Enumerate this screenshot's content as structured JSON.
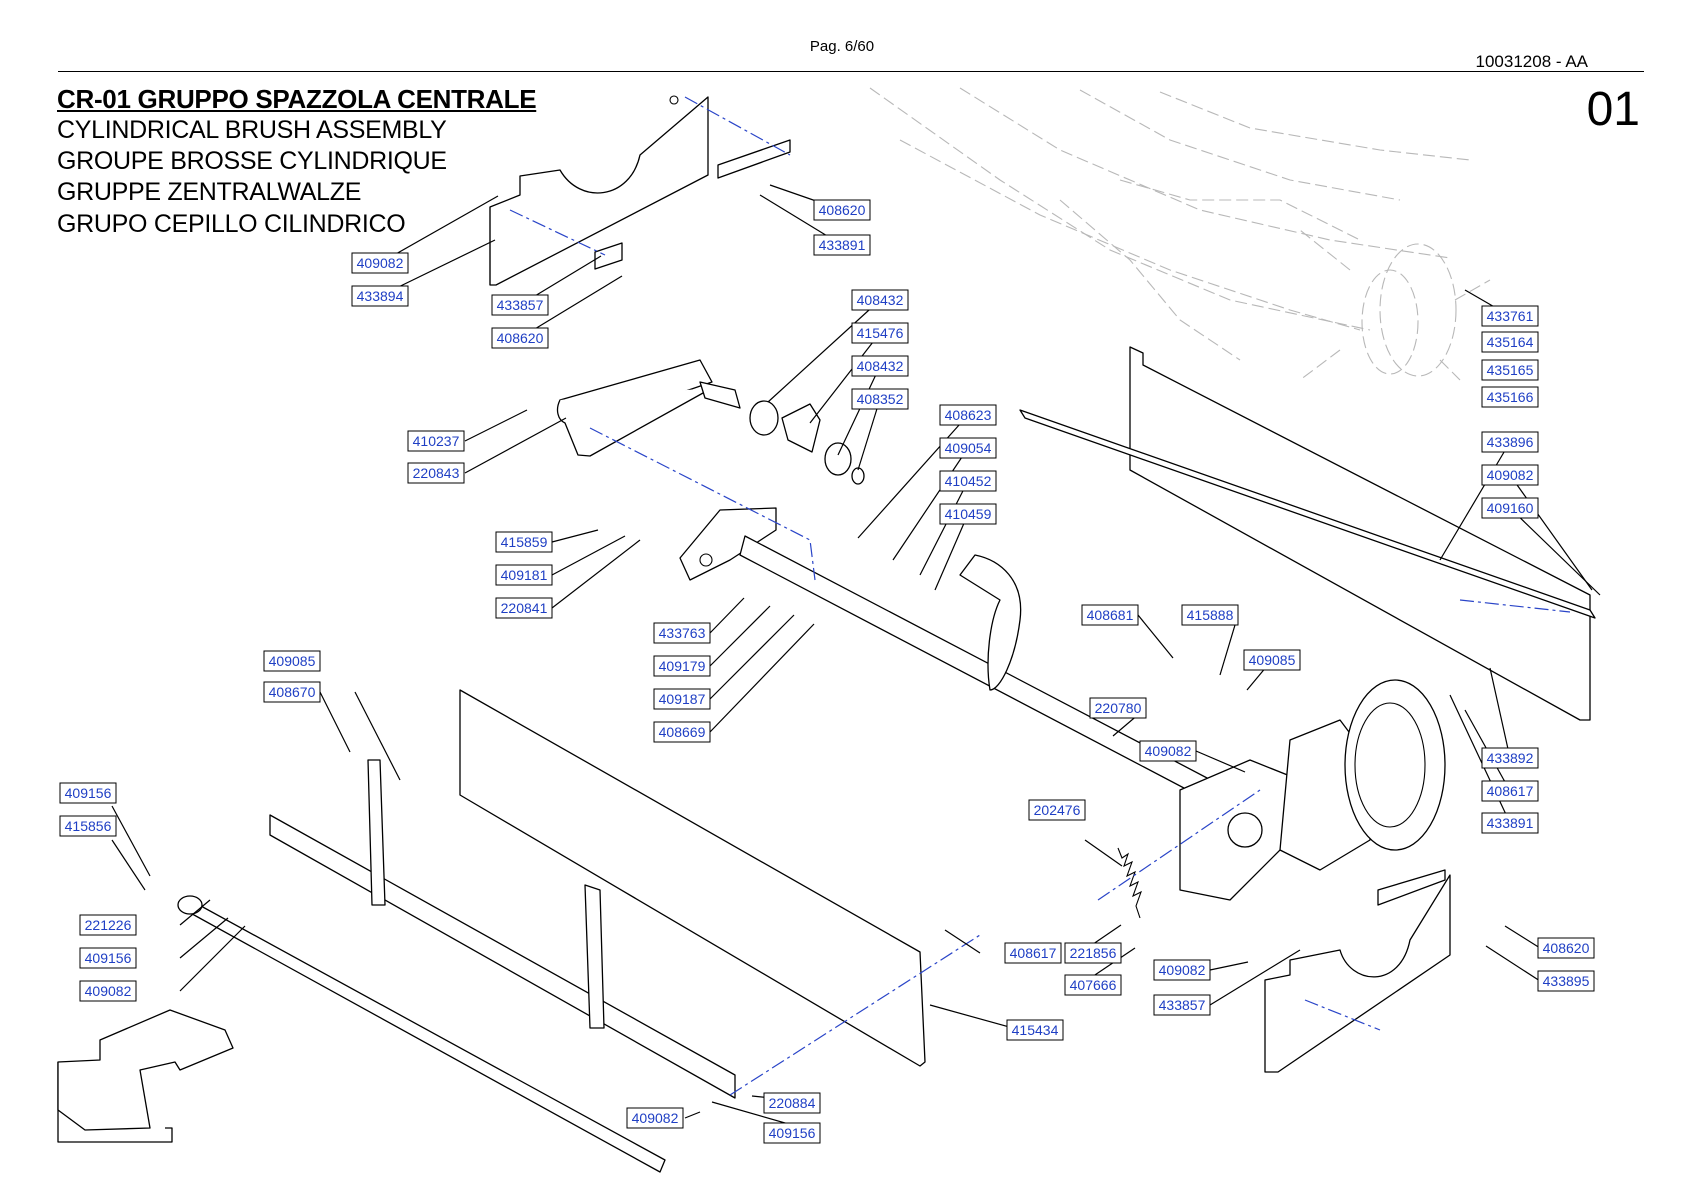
{
  "header": {
    "page": "Pag. 6/60",
    "doc_code": "10031208 - AA",
    "page_code": "01"
  },
  "title": "CR-01 GRUPPO SPAZZOLA CENTRALE",
  "subtitles": [
    "CYLINDRICAL BRUSH ASSEMBLY",
    "GROUPE BROSSE CYLINDRIQUE",
    "GRUPPE ZENTRALWALZE",
    "GRUPO CEPILLO CILINDRICO"
  ],
  "part_labels": [
    "408620",
    "433891",
    "409082",
    "433894",
    "433857",
    "408620",
    "408432",
    "415476",
    "408432",
    "408352",
    "410237",
    "220843",
    "408623",
    "409054",
    "410452",
    "410459",
    "433761",
    "435164",
    "435165",
    "435166",
    "433896",
    "409082",
    "409160",
    "415859",
    "409181",
    "220841",
    "433763",
    "409179",
    "409187",
    "408669",
    "408681",
    "415888",
    "409085",
    "220780",
    "409082",
    "433892",
    "408617",
    "433891",
    "409085",
    "408670",
    "409156",
    "415856",
    "202476",
    "221226",
    "409156",
    "409082",
    "408617",
    "221856",
    "407666",
    "415434",
    "409082",
    "433857",
    "408620",
    "433895",
    "409082",
    "220884",
    "409156"
  ],
  "colors": {
    "label_text": "#1f3fc4",
    "axis_line": "#2a45c8",
    "ghost_line": "#b8b8b8"
  }
}
